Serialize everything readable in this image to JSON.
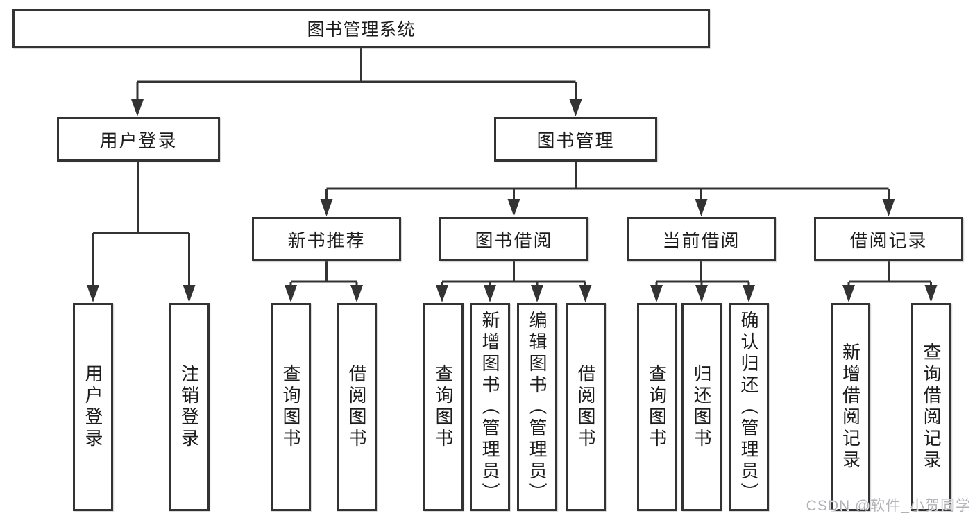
{
  "diagram": {
    "root": "图书管理系统",
    "level2": {
      "user_login": "用户登录",
      "book_mgmt": "图书管理"
    },
    "level3": {
      "new_rec": "新书推荐",
      "borrow": "图书借阅",
      "current": "当前借阅",
      "records": "借阅记录"
    },
    "leaves": {
      "login": "用户登录",
      "logout": "注销登录",
      "rec_query": "查询图书",
      "rec_borrow": "借阅图书",
      "bor_query": "查询图书",
      "bor_add": "新增图书（管理员）",
      "bor_edit": "编辑图书（管理员）",
      "bor_borrow": "借阅图书",
      "cur_query": "查询图书",
      "cur_return": "归还图书",
      "cur_confirm": "确认归还（管理员）",
      "brec_add": "新增借阅记录",
      "brec_query": "查询借阅记录"
    },
    "watermark": "CSDN @软件_小贺同学",
    "colors": {
      "line": "#333333",
      "text": "#1c1c1c",
      "watermark": "#b2b1b6",
      "background": "#ffffff"
    }
  }
}
